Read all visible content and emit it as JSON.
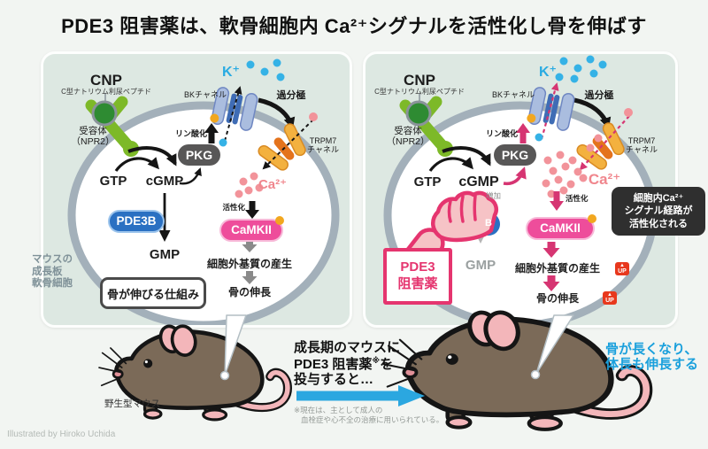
{
  "title": "PDE3 阻害薬は、軟骨細胞内 Ca²⁺シグナルを活性化し骨を伸ばす",
  "left_panel": {
    "cnp": "CNP",
    "cnp_sub": "C型ナトリウム利尿ペプチド",
    "receptor_l1": "受容体",
    "receptor_l2": "（NPR2）",
    "k_ion": "K⁺",
    "bk_channel": "BKチャネル",
    "hyperpolarization": "過分極",
    "trpm7_l1": "TRPM7",
    "trpm7_l2": "チャネル",
    "phosphorylation": "リン酸化",
    "pkg": "PKG",
    "gtp": "GTP",
    "cgmp": "cGMP",
    "pde3b": "PDE3B",
    "gmp": "GMP",
    "ca_ion": "Ca²⁺",
    "activation": "活性化",
    "camkii": "CaMKII",
    "matrix_production": "細胞外基質の産生",
    "bone_growth": "骨の伸長",
    "mechanism_box": "骨が伸びる仕組み"
  },
  "right_panel": {
    "cnp": "CNP",
    "cnp_sub": "C型ナトリウム利尿ペプチド",
    "receptor_l1": "受容体",
    "receptor_l2": "（NPR2）",
    "k_ion": "K⁺",
    "bk_channel": "BKチャネル",
    "hyperpolarization": "過分極",
    "trpm7_l1": "TRPM7",
    "trpm7_l2": "チャネル",
    "phosphorylation": "リン酸化",
    "pkg": "PKG",
    "gtp": "GTP",
    "cgmp": "cGMP",
    "increase": "増加",
    "pde3b_b": "B",
    "gmp": "GMP",
    "ca_ion": "Ca²⁺",
    "activation": "活性化",
    "camkii": "CaMKII",
    "matrix_production": "細胞外基質の産生",
    "bone_growth": "骨の伸長",
    "up_badge": "UP",
    "inhibitor_l1": "PDE3",
    "inhibitor_l2": "阻害薬",
    "callout_l1": "細胞内Ca²⁺",
    "callout_l2": "シグナル経路が",
    "callout_l3": "活性化される"
  },
  "side_label": {
    "l1": "マウスの",
    "l2": "成長板",
    "l3": "軟骨細胞"
  },
  "bottom": {
    "wild_type_label": "野生型マウス",
    "treatment_l1": "成長期のマウスに",
    "treatment_l2a": "PDE3 阻害薬",
    "treatment_l2_note_mark": "※",
    "treatment_l2b": "を",
    "treatment_l3": "投与すると…",
    "note_l1": "※現在は、主として成人の",
    "note_l2": "血栓症や心不全の治療に用いられている。",
    "result_l1": "骨が長くなり、",
    "result_l2": "体長も伸長する",
    "credit": "Illustrated by Hiroko Uchida"
  },
  "colors": {
    "accent_pink": "#e5356f",
    "signal_pink": "#d63572",
    "ca_pink": "#f0868d",
    "k_blue": "#29abe2",
    "pde3b_blue": "#2a70c2",
    "camkii_pink": "#ee4d9b",
    "phosphate_orange": "#f2a71f",
    "arrow_blue": "#2ba7e0",
    "up_red": "#e8381d"
  }
}
